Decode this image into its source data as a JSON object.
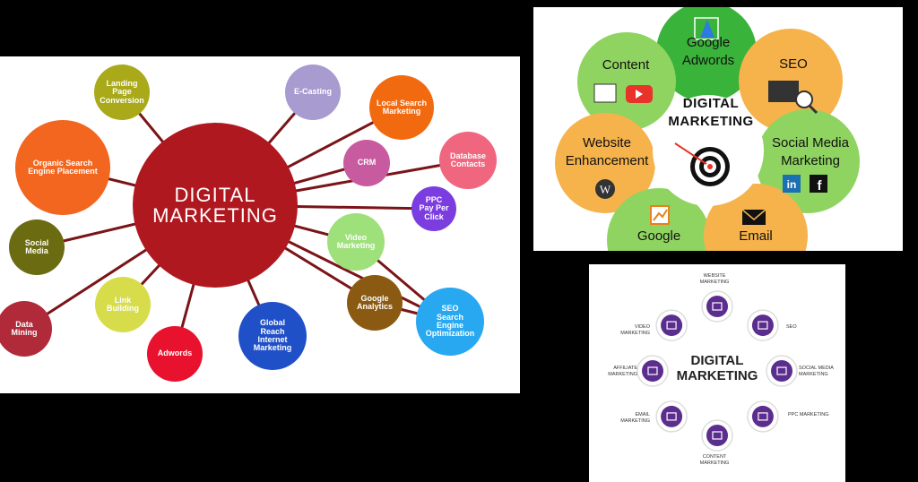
{
  "left_mindmap": {
    "center": {
      "label": "DIGITAL\nMARKETING",
      "color": "#b01820"
    },
    "nodes": [
      {
        "label": "Landing\nPage\nConversion",
        "color": "#a9a91a",
        "text_color": "#ffffff"
      },
      {
        "label": "E-Casting",
        "color": "#a79bd0",
        "text_color": "#ffffff"
      },
      {
        "label": "Local Search\nMarketing",
        "color": "#f26a0f",
        "text_color": "#ffffff"
      },
      {
        "label": "Organic Search\nEngine Placement",
        "color": "#f2661f",
        "text_color": "#ffffff"
      },
      {
        "label": "CRM",
        "color": "#c85aa0",
        "text_color": "#ffffff"
      },
      {
        "label": "Database\nContacts",
        "color": "#f0667f",
        "text_color": "#ffffff"
      },
      {
        "label": "PPC\nPay Per\nClick",
        "color": "#7b3de0",
        "text_color": "#ffffff"
      },
      {
        "label": "Social\nMedia",
        "color": "#6b6b12",
        "text_color": "#ffffff"
      },
      {
        "label": "Video\nMarketing",
        "color": "#9ee07a",
        "text_color": "#ffffff"
      },
      {
        "label": "Link\nBuilding",
        "color": "#d7dd4a",
        "text_color": "#ffffff"
      },
      {
        "label": "Google\nAnalytics",
        "color": "#8b5a12",
        "text_color": "#ffffff"
      },
      {
        "label": "SEO\nSearch\nEngine\nOptimization",
        "color": "#28a8f0",
        "text_color": "#ffffff"
      },
      {
        "label": "Data\nMining",
        "color": "#b02a3a",
        "text_color": "#ffffff"
      },
      {
        "label": "Adwords",
        "color": "#e8122e",
        "text_color": "#ffffff"
      },
      {
        "label": "Global\nReach\nInternet\nMarketing",
        "color": "#2050c8",
        "text_color": "#ffffff"
      }
    ],
    "connector_color": "#7a1418"
  },
  "top_right_diagram": {
    "center": "DIGITAL\nMARKETING",
    "segments": [
      {
        "label": "Google\nAdwords",
        "color": "#3ab33a",
        "icon": "adwords-icon"
      },
      {
        "label": "Content",
        "color": "#8fd460",
        "icon": "content-icon"
      },
      {
        "label": "SEO",
        "color": "#f6b24b",
        "icon": "seo-magnifier-icon"
      },
      {
        "label": "Website\nEnhancement",
        "color": "#f6b24b",
        "icon": "wordpress-icon"
      },
      {
        "label": "Social Media\nMarketing",
        "color": "#8fd460",
        "icon": "linkedin-facebook-icon"
      },
      {
        "label": "Google",
        "color": "#8fd460",
        "icon": "analytics-icon"
      },
      {
        "label": "Email",
        "color": "#f6b24b",
        "icon": "email-icon"
      }
    ]
  },
  "bottom_right_diagram": {
    "center": "DIGITAL\nMARKETING",
    "accent": "#5b2d8e",
    "items": [
      {
        "label": "WEBSITE\nMARKETING",
        "icon": "website-icon"
      },
      {
        "label": "SEO",
        "icon": "seo-icon"
      },
      {
        "label": "SOCIAL MEDIA\nMARKETING",
        "icon": "megaphone-icon"
      },
      {
        "label": "PPC MARKETING",
        "icon": "ppc-icon"
      },
      {
        "label": "CONTENT\nMARKETING",
        "icon": "content-doc-icon"
      },
      {
        "label": "EMAIL\nMARKETING",
        "icon": "email-icon"
      },
      {
        "label": "AFFILIATE\nMARKETING",
        "icon": "affiliate-icon"
      },
      {
        "label": "VIDEO\nMARKETING",
        "icon": "video-icon"
      }
    ]
  }
}
